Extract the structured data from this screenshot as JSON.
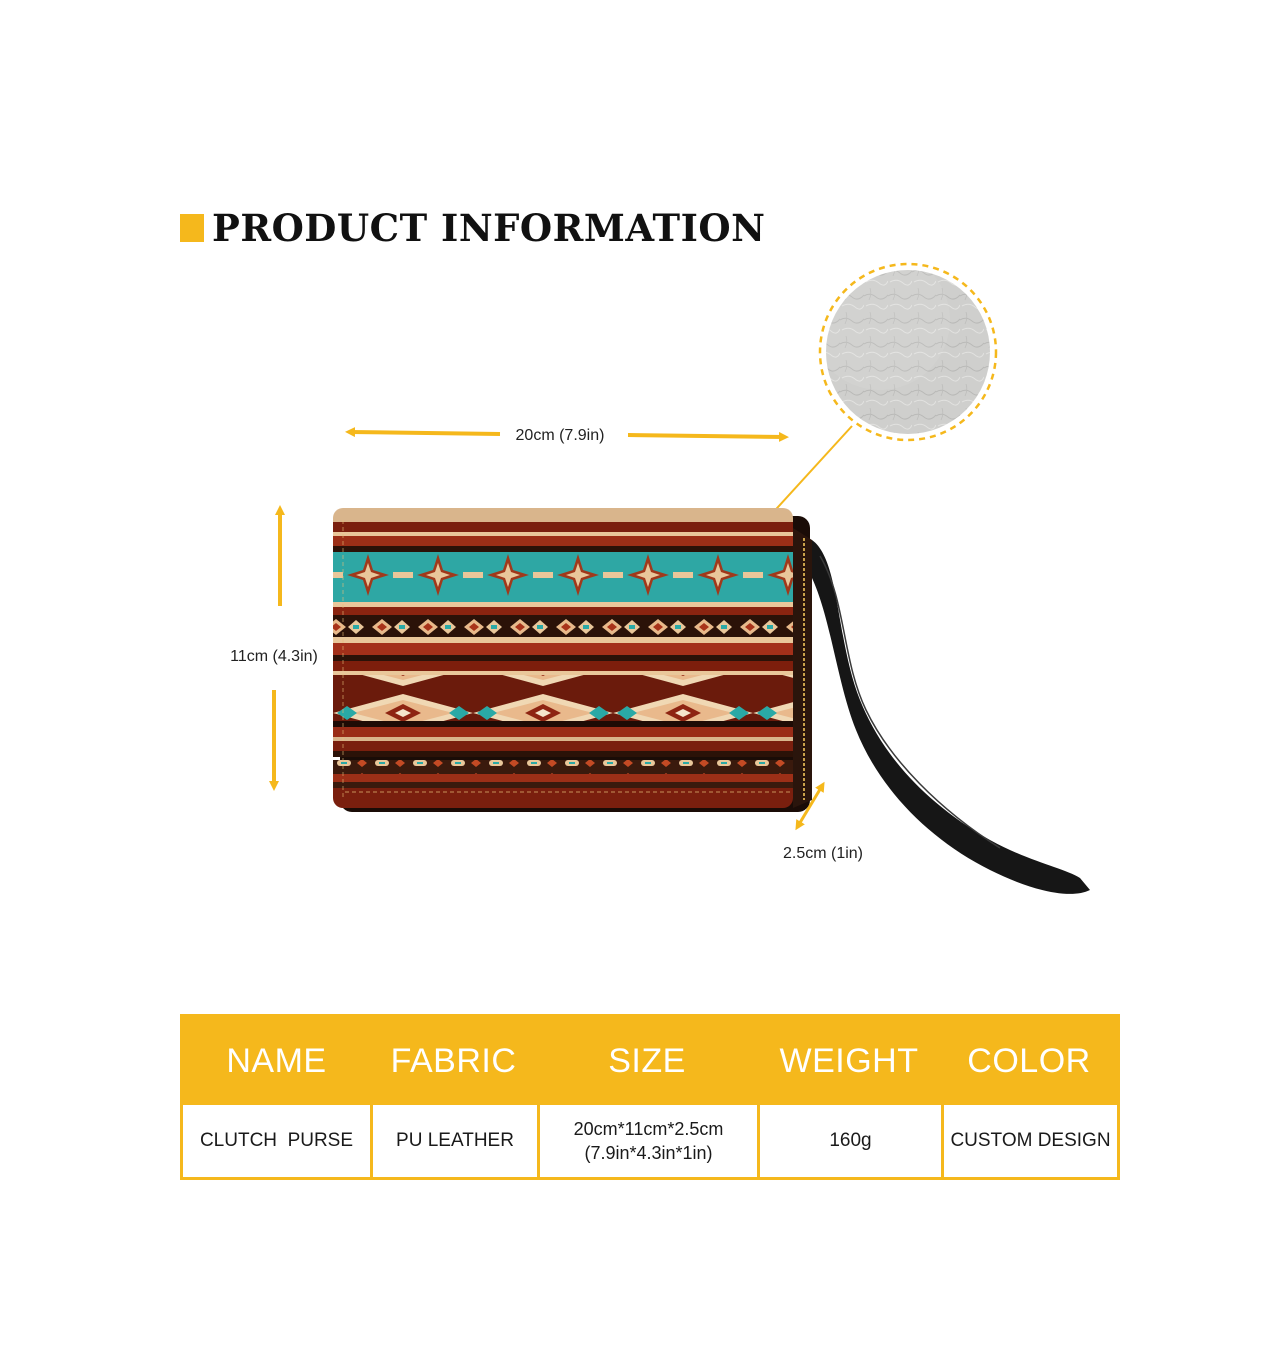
{
  "header": {
    "title": "PRODUCT INFORMATION"
  },
  "dimensions": {
    "width_label": "20cm (7.9in)",
    "height_label": "11cm (4.3in)",
    "depth_label": "2.5cm (1in)"
  },
  "colors": {
    "accent": "#f5b81c",
    "pattern_teal": "#2aa9a6",
    "pattern_rust": "#9a2c17",
    "pattern_tan": "#e9c79a",
    "strap": "#161616",
    "leather_swatch": "#cfcfcd"
  },
  "icons": {
    "width_arrow": "double-arrow-horizontal",
    "height_arrow": "double-arrow-vertical",
    "depth_arrow": "double-arrow-diagonal"
  },
  "specs": {
    "headers": [
      "NAME",
      "FABRIC",
      "SIZE",
      "WEIGHT",
      "COLOR"
    ],
    "values": {
      "name": "CLUTCH  PURSE",
      "fabric": "PU LEATHER",
      "size_line1": "20cm*11cm*2.5cm",
      "size_line2": "(7.9in*4.3in*1in)",
      "weight": "160g",
      "color": "CUSTOM DESIGN"
    }
  }
}
